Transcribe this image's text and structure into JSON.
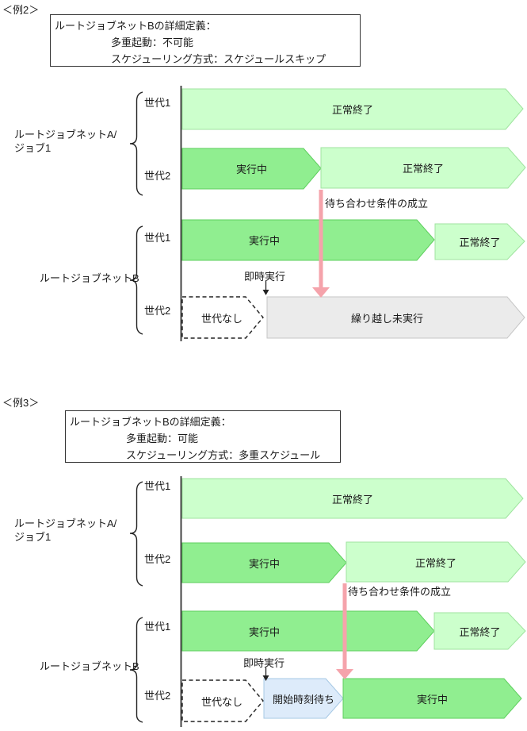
{
  "colors": {
    "normal_end_fill": "#ccffcc",
    "running_fill": "#90ee90",
    "carried_over_fill": "#ebebeb",
    "start_time_wait_fill": "#ddebfa",
    "wait_arrow_pink": "#f5a3ab"
  },
  "examples": [
    {
      "heading": "＜例2＞",
      "definition": [
        "ルートジョブネットBの詳細定義：",
        "多重起動：不可能",
        "スケジューリング方式：スケジュールスキップ"
      ],
      "group_a": {
        "line1": "ルートジョブネットA/",
        "line2": "ジョブ1",
        "gen1": "世代1",
        "gen2": "世代2"
      },
      "group_b": {
        "label": "ルートジョブネットB",
        "gen1": "世代1",
        "gen2": "世代2"
      },
      "bars": {
        "a1": "正常終了",
        "a2_run": "実行中",
        "a2_end": "正常終了",
        "b1_run": "実行中",
        "b1_end": "正常終了",
        "b2_none": "世代なし",
        "b2_main": "繰り越し未実行"
      },
      "notes": {
        "wait": "待ち合わせ条件の成立",
        "immediate": "即時実行"
      }
    },
    {
      "heading": "＜例3＞",
      "definition": [
        "ルートジョブネットBの詳細定義：",
        "多重起動：可能",
        "スケジューリング方式：多重スケジュール"
      ],
      "group_a": {
        "line1": "ルートジョブネットA/",
        "line2": "ジョブ1",
        "gen1": "世代1",
        "gen2": "世代2"
      },
      "group_b": {
        "label": "ルートジョブネットB",
        "gen1": "世代1",
        "gen2": "世代2"
      },
      "bars": {
        "a1": "正常終了",
        "a2_run": "実行中",
        "a2_end": "正常終了",
        "b1_run": "実行中",
        "b1_end": "正常終了",
        "b2_none": "世代なし",
        "b2_wait": "開始時刻待ち",
        "b2_main": "実行中"
      },
      "notes": {
        "wait": "待ち合わせ条件の成立",
        "immediate": "即時実行"
      }
    }
  ]
}
